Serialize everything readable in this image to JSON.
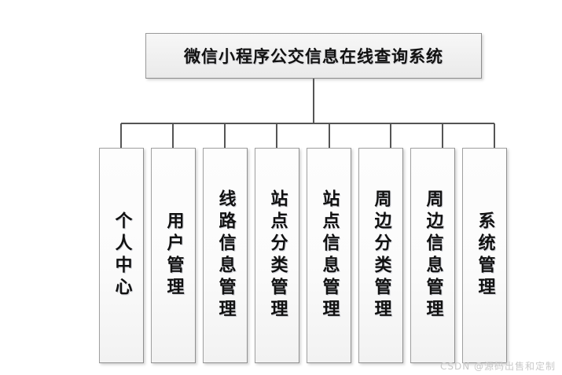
{
  "diagram": {
    "type": "organization-chart",
    "root": {
      "label": "微信小程序公交信息在线查询系统"
    },
    "children": [
      {
        "label": "个人中心"
      },
      {
        "label": "用户管理"
      },
      {
        "label": "线路信息管理"
      },
      {
        "label": "站点分类管理"
      },
      {
        "label": "站点信息管理"
      },
      {
        "label": "周边分类管理"
      },
      {
        "label": "周边信息管理"
      },
      {
        "label": "系统管理"
      }
    ]
  },
  "watermark": {
    "text": "CSDN @源码出售和定制"
  },
  "colors": {
    "canvas_background": "#ffffff",
    "root_fill": "#f0f0f0",
    "child_fill": "#fcfcfc",
    "border": "#9a9a9a",
    "connector": "#555555",
    "text": "#111111",
    "watermark": "#c9c9c9"
  }
}
